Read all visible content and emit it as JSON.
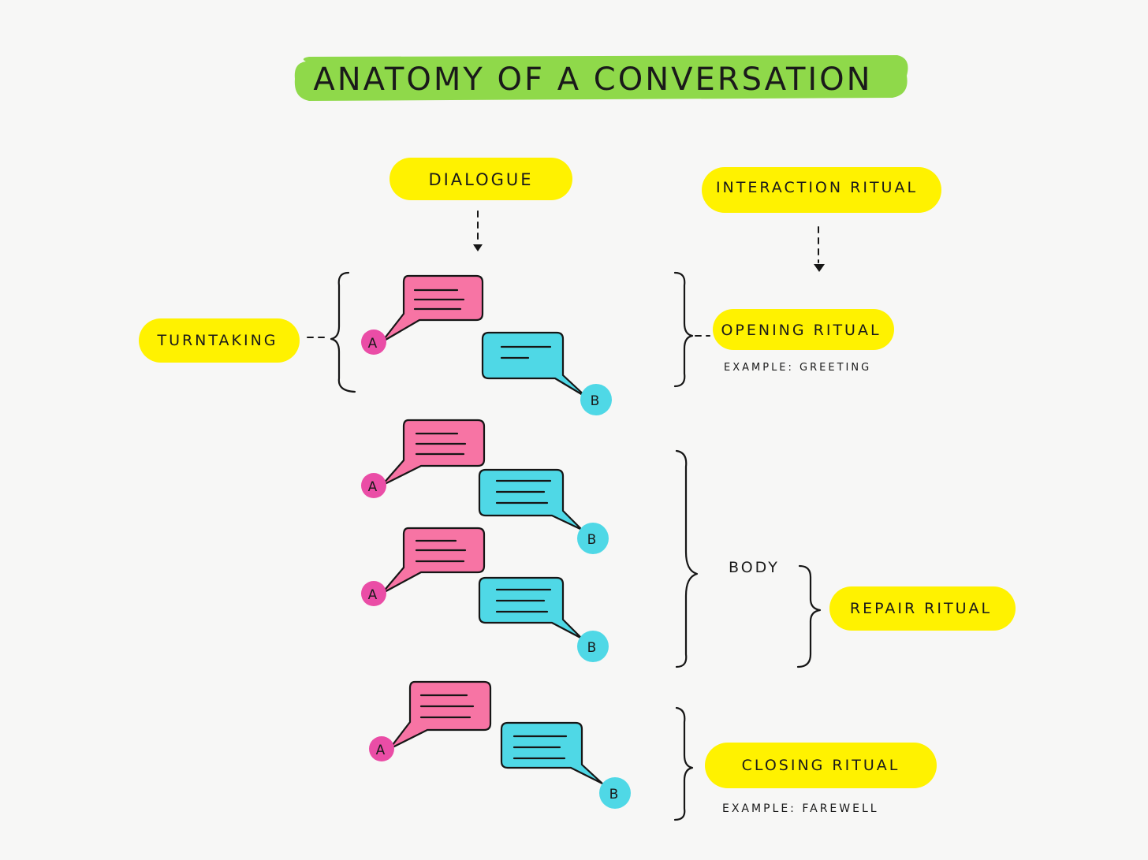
{
  "title": "ANATOMY OF A CONVERSATION",
  "labels": {
    "dialogue": "DIALOGUE",
    "interaction_ritual": "INTERACTION RITUAL",
    "turntaking": "TURNTAKING",
    "opening_ritual": "OPENING RITUAL",
    "opening_example": "EXAMPLE: GREETING",
    "body": "BODY",
    "repair_ritual": "REPAIR RITUAL",
    "closing_ritual": "CLOSING RITUAL",
    "closing_example": "EXAMPLE: FAREWELL"
  },
  "speakers": {
    "a": "A",
    "b": "B"
  },
  "colors": {
    "title_highlight": "#8fd94a",
    "label_highlight": "#fff200",
    "speaker_a": "#f774a4",
    "speaker_a_dot": "#ea4da6",
    "speaker_b": "#4fd8e6",
    "ink": "#161616",
    "background": "#f7f7f6"
  }
}
